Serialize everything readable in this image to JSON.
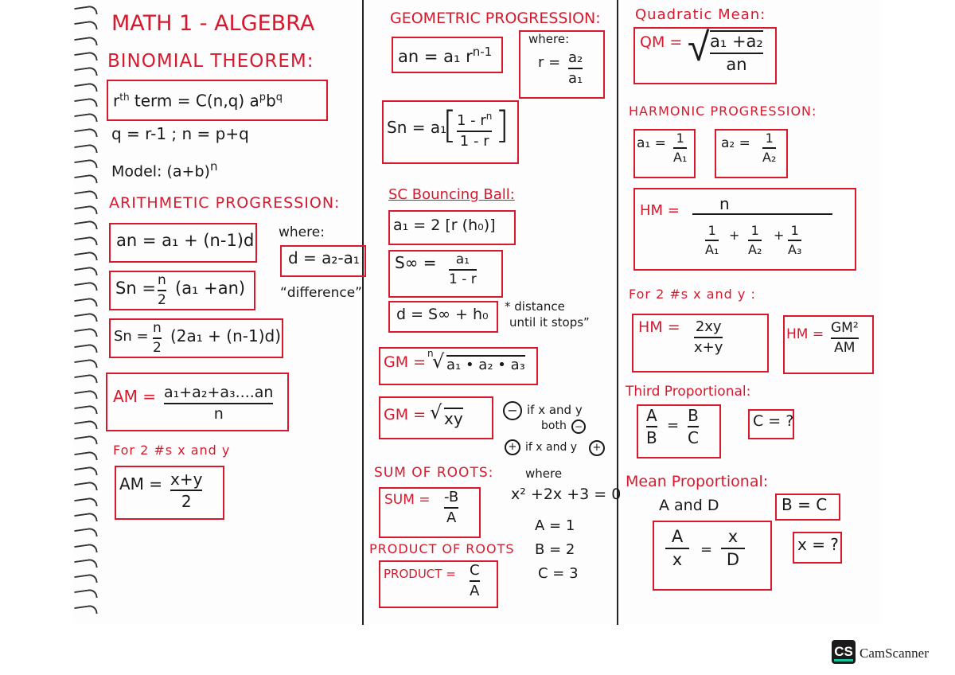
{
  "col1": {
    "title": "MATH 1 - ALGEBRA",
    "binomial_heading": "BINOMIAL THEOREM:",
    "rth_r": "r",
    "rth_sup": "th",
    "rth_term": "term = C(n,q) a",
    "rth_p": "p",
    "rth_b": "b",
    "rth_q": "q",
    "qn_line": "q = r-1 ; n = p+q",
    "model_line": "Model: (a+b)",
    "model_sup": "n",
    "arith_heading": "ARITHMETIC PROGRESSION:",
    "an_formula": "an = a₁ + (n-1)d",
    "where_label": "where:",
    "d_formula": "d = a₂-a₁",
    "difference_label": "“difference”",
    "sn1_left": "Sn =",
    "sn1_num": "n",
    "sn1_den": "2",
    "sn1_right": "(a₁ +an)",
    "sn2_left": "Sn =",
    "sn2_num": "n",
    "sn2_den": "2",
    "sn2_right": "(2a₁ + (n-1)d)",
    "am_left": "AM =",
    "am_num": "a₁+a₂+a₃....an",
    "am_den": "n",
    "for2_label": "For 2 #s  x and y",
    "am2_left": "AM =",
    "am2_num": "x+y",
    "am2_den": "2"
  },
  "col2": {
    "geo_heading": "GEOMETRIC PROGRESSION:",
    "geo_an": "an = a₁ r",
    "geo_an_sup": "n-1",
    "geo_where": "where:",
    "geo_r_left": "r =",
    "geo_r_num": "a₂",
    "geo_r_den": "a₁",
    "sn_left": "Sn = a₁",
    "sn_num": "1 - r",
    "sn_num_sup": "n",
    "sn_den": "1 - r",
    "bounce_heading": "SC Bouncing Ball:",
    "bounce_a1": "a₁ = 2 [r (h₀)]",
    "s_inf_left": "S∞ =",
    "s_inf_num": "a₁",
    "s_inf_den": "1 - r",
    "d_formula": "d = S∞ + h₀",
    "distance_note_1": "* distance",
    "distance_note_2": "until it stops”",
    "gm_left": "GM =",
    "gm_index": "n",
    "gm_radicand": "a₁ • a₂ • a₃",
    "gm2_left": "GM =",
    "gm2_radicand": "xy",
    "neg_note_1": "if x and y",
    "neg_note_2": "both",
    "pos_note": "if x and y",
    "neg_sign": "−",
    "pos_sign": "+",
    "sum_heading": "SUM OF ROOTS:",
    "sum_left": "SUM =",
    "sum_num": "-B",
    "sum_den": "A",
    "where2": "where",
    "equation": "x² +2x +3 = 0",
    "a_val": "A = 1",
    "b_val": "B = 2",
    "c_val": "C = 3",
    "product_heading": "PRODUCT OF ROOTS",
    "product_left": "PRODUCT =",
    "product_num": "C",
    "product_den": "A"
  },
  "col3": {
    "qm_heading": "Quadratic Mean:",
    "qm_left": "QM =",
    "qm_num": "a₁ +a₂",
    "qm_den": "an",
    "harm_heading": "HARMONIC PROGRESSION:",
    "a1_left": "a₁ =",
    "a1_num": "1",
    "a1_den": "A₁",
    "a2_left": "a₂ =",
    "a2_num": "1",
    "a2_den": "A₂",
    "hm_left": "HM =",
    "hm_num": "n",
    "hm_den_terms": [
      "1/A₁",
      "1/A₂",
      "1/A₃"
    ],
    "hm_den_1n": "1",
    "hm_den_1d": "A₁",
    "hm_den_2n": "1",
    "hm_den_2d": "A₂",
    "hm_den_3n": "1",
    "hm_den_3d": "A₃",
    "plus": "+",
    "for2_label": "For  2 #s x and y :",
    "hm2_left": "HM =",
    "hm2_num": "2xy",
    "hm2_den": "x+y",
    "hm3_left": "HM =",
    "hm3_num": "GM²",
    "hm3_den": "AM",
    "third_heading": "Third Proportional:",
    "tp_num1": "A",
    "tp_den1": "B",
    "tp_eq": "=",
    "tp_num2": "B",
    "tp_den2": "C",
    "tp_c": "C = ?",
    "mean_heading": "Mean Proportional:",
    "mp_ad": "A and D",
    "mp_bc": "B = C",
    "mp_num1": "A",
    "mp_den1": "x",
    "mp_eq": "=",
    "mp_num2": "x",
    "mp_den2": "D",
    "mp_x": "x = ?"
  },
  "footer": {
    "brand_badge": "CS",
    "brand_name": "CamScanner"
  },
  "colors": {
    "accent_red": "#d7192e",
    "ink": "#1a1a1a"
  }
}
